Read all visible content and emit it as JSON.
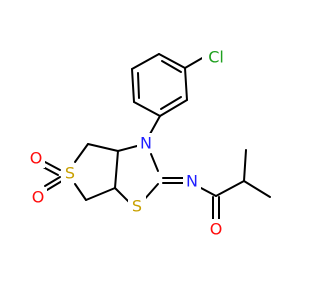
{
  "colors": {
    "background": "#ffffff",
    "bond": "#000000",
    "carbon": "#000000",
    "nitrogen": "#1f1fff",
    "oxygen": "#ff0d0d",
    "sulfur": "#c8a000",
    "chlorine": "#1fa01f"
  },
  "atoms": {
    "cl": "Cl",
    "n_ring": "N",
    "n_imine": "N",
    "s_thiazole": "S",
    "s_sulfone": "S",
    "o_sulfone_1": "O",
    "o_sulfone_2": "O",
    "o_carbonyl": "O"
  }
}
